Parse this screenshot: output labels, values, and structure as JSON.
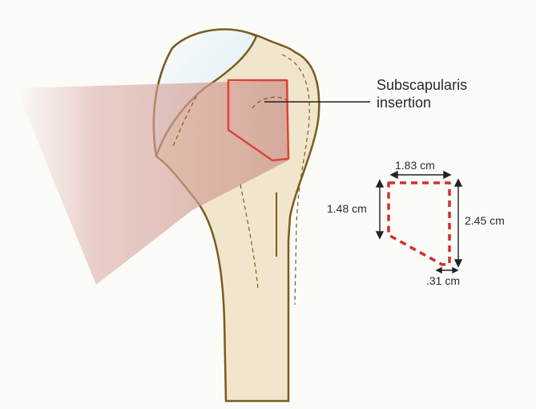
{
  "figure": {
    "callout_label": {
      "line1": "Subscapularis",
      "line2": "insertion"
    },
    "dimensions": {
      "top_width": "1.83 cm",
      "left_height": "1.48 cm",
      "right_height": "2.45 cm",
      "bottom_offset": ".31 cm"
    },
    "colors": {
      "bone_fill": "#f1e6cc",
      "bone_outline": "#7a5c1e",
      "cartilage": "#d8ebf5",
      "muscle_wedge": "#d8a7a0",
      "insertion_outline": "#d9443a",
      "dashed_template": "#d32f2f",
      "arrow": "#222222"
    }
  }
}
